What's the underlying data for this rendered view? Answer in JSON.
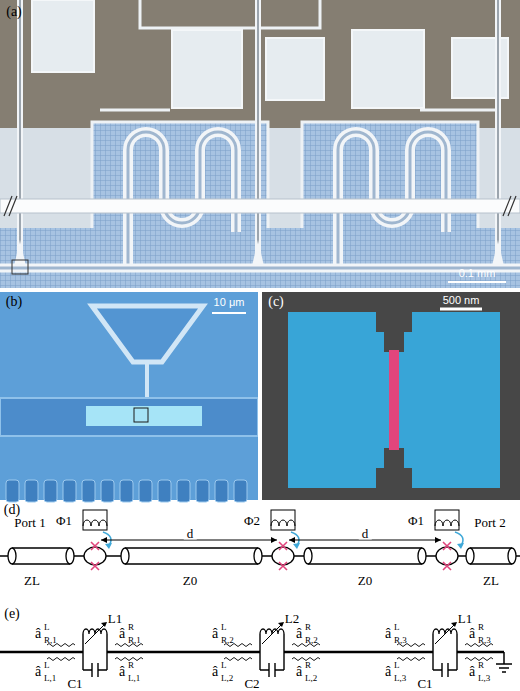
{
  "diagram": {
    "labels": [
      "(a)",
      "0.1 mm",
      "(b)",
      "10 μm",
      "(c)",
      "500 nm",
      "(d)",
      "Port 1",
      "Φ1",
      "Φ2",
      "Φ1",
      "Port 2",
      "ZL",
      "d",
      "Z0",
      "d",
      "Z0",
      "ZL",
      "(e)",
      "L1",
      "â",
      "L",
      "R,1",
      "â",
      "L",
      "L,1",
      "â",
      "R",
      "R,1",
      "â",
      "R",
      "L,1",
      "C1",
      "L2",
      "â",
      "L",
      "R,2",
      "â",
      "L",
      "L,2",
      "â",
      "R",
      "R,2",
      "â",
      "R",
      "L,2",
      "C2",
      "L1",
      "â",
      "L",
      "R,3",
      "â",
      "L",
      "L,3",
      "â",
      "R",
      "R,3",
      "â",
      "R",
      "L,3",
      "C1"
    ]
  }
}
